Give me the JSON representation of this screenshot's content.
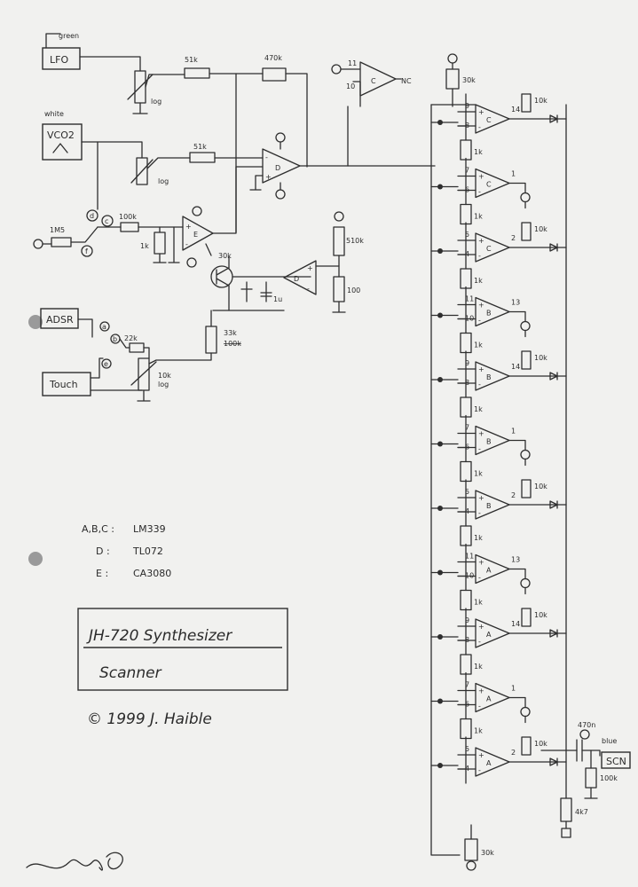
{
  "inputs": {
    "lfo": {
      "name": "LFO",
      "wire": "green"
    },
    "vco": {
      "name": "VCO2",
      "wire": "white",
      "waveform_icon": "triangle-wave-icon"
    },
    "adsr": "ADSR",
    "touch": "Touch",
    "input_1m5": "1M5",
    "jumper_labels": [
      "d",
      "c",
      "f",
      "a",
      "b",
      "e"
    ]
  },
  "components": {
    "r_51k_a": "51k",
    "r_51k_b": "51k",
    "r_470k": "470k",
    "pot_lfo": "log",
    "pot_vco": "log",
    "r_100k": "100k",
    "r_1k_e": "1k",
    "r_30k": "30k",
    "cap_1u": "1u",
    "r_510k": "510k",
    "r_100": "100",
    "r_22k": "22k",
    "r_33k": "33k",
    "r_33k_old": "100k",
    "pot_10k": "10k",
    "pot_10k_log": "log",
    "cap_470n": "470n",
    "r_100k_out": "100k",
    "r_4k7": "4k7",
    "r_ladder_top": "30k",
    "r_ladder_bottom": "30k",
    "r_ladder_1k": "1k",
    "r_10k": "10k",
    "blue": "blue",
    "scn": "SCN",
    "nc": "NC"
  },
  "opamps": {
    "d_main": {
      "label": "D",
      "plus": "+",
      "minus": "-"
    },
    "e_ota": {
      "label": "E",
      "plus": "+",
      "minus": "-"
    },
    "d_second": {
      "label": "D",
      "plus": "+",
      "minus": "-"
    },
    "c_unused": {
      "label": "C",
      "pin_a": "11",
      "pin_b": "10"
    }
  },
  "ladder_comparators": [
    {
      "label": "C",
      "pin_plus": "9",
      "pin_minus": "8",
      "pin_out": "14"
    },
    {
      "label": "C",
      "pin_plus": "7",
      "pin_minus": "6",
      "pin_out": "1"
    },
    {
      "label": "C",
      "pin_plus": "5",
      "pin_minus": "4",
      "pin_out": "2"
    },
    {
      "label": "B",
      "pin_plus": "11",
      "pin_minus": "10",
      "pin_out": "13"
    },
    {
      "label": "B",
      "pin_plus": "9",
      "pin_minus": "8",
      "pin_out": "14"
    },
    {
      "label": "B",
      "pin_plus": "7",
      "pin_minus": "6",
      "pin_out": "1"
    },
    {
      "label": "B",
      "pin_plus": "5",
      "pin_minus": "4",
      "pin_out": "2"
    },
    {
      "label": "A",
      "pin_plus": "11",
      "pin_minus": "10",
      "pin_out": "13"
    },
    {
      "label": "A",
      "pin_plus": "9",
      "pin_minus": "8",
      "pin_out": "14"
    },
    {
      "label": "A",
      "pin_plus": "7",
      "pin_minus": "6",
      "pin_out": "1"
    },
    {
      "label": "A",
      "pin_plus": "5",
      "pin_minus": "4",
      "pin_out": "2"
    }
  ],
  "legend": [
    {
      "parts": "A,B,C :",
      "chip": "LM339"
    },
    {
      "parts": "D :",
      "chip": "TL072"
    },
    {
      "parts": "E :",
      "chip": "CA3080"
    }
  ],
  "title_block": {
    "title": "JH-720 Synthesizer",
    "subtitle": "Scanner",
    "copyright": "© 1999 J. Haible"
  }
}
